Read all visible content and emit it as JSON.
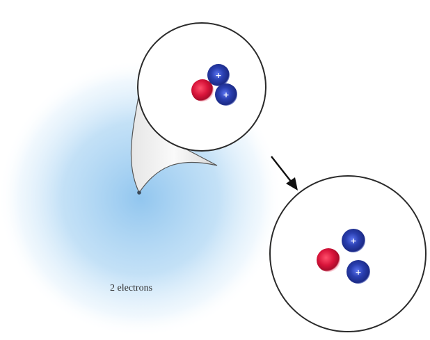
{
  "diagram": {
    "electron_cloud_label": "2 electrons",
    "proton_symbol": "+",
    "colors": {
      "electron_cloud": "#9fcdf0",
      "proton": "#2a3fb0",
      "neutron": "#d8143a",
      "outline": "#2b2b2b",
      "arrow": "#111111"
    },
    "nucleus_zoom": {
      "protons": 2,
      "neutrons": 1
    },
    "nucleus_detail": {
      "protons": 2,
      "neutrons": 1
    }
  }
}
